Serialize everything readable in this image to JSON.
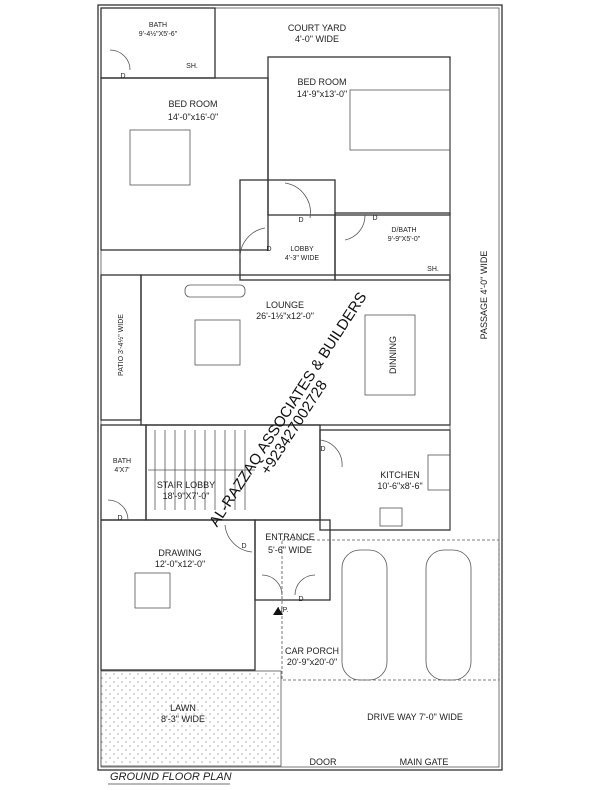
{
  "title": "GROUND FLOOR PLAN",
  "rooms": {
    "bath_top": {
      "name": "BATH",
      "size": "9'-4½\"X5'-6\"",
      "shower": "SH."
    },
    "court_yard": {
      "name": "COURT YARD",
      "size": "4'-0\" WIDE"
    },
    "bed_left": {
      "name": "BED ROOM",
      "size": "14'-0\"x16'-0\""
    },
    "bed_right": {
      "name": "BED ROOM",
      "size": "14'-9\"x13'-0\""
    },
    "lobby": {
      "name": "LOBBY",
      "size": "4'-3\" WIDE"
    },
    "dbath": {
      "name": "D/BATH",
      "size": "9'-9\"X5'-0\"",
      "shower": "SH."
    },
    "passage": {
      "name": "PASSAGE 4'-0\" WIDE"
    },
    "patio": {
      "name": "PATIO 3'-4½\" WIDE"
    },
    "lounge": {
      "name": "LOUNGE",
      "size": "26'-1½\"x12'-0\""
    },
    "dining": {
      "name": "DINNING"
    },
    "bath_small": {
      "name": "BATH",
      "size": "4'X7'"
    },
    "stair_lobby": {
      "name": "STAIR LOBBY",
      "size": "18'-9\"X7'-0\""
    },
    "kitchen": {
      "name": "KITCHEN",
      "size": "10'-6\"x8'-6\""
    },
    "entrance": {
      "name": "ENTRANCE",
      "size": "5'-6\" WIDE"
    },
    "drawing": {
      "name": "DRAWING",
      "size": "12'-0\"x12'-0\""
    },
    "car_porch": {
      "name": "CAR PORCH",
      "size": "20'-9\"x20'-0\""
    },
    "lawn": {
      "name": "LAWN",
      "size": "8'-3\" WIDE"
    },
    "drive_way": {
      "name": "DRIVE WAY 7'-0\" WIDE"
    }
  },
  "door_label": "D",
  "up_label": "UP.",
  "door": "DOOR",
  "main_gate": "MAIN GATE",
  "watermark": {
    "line1": "AL-RAZZAQ ASSOCIATES & BUILDERS",
    "line2": "+923427002728"
  }
}
